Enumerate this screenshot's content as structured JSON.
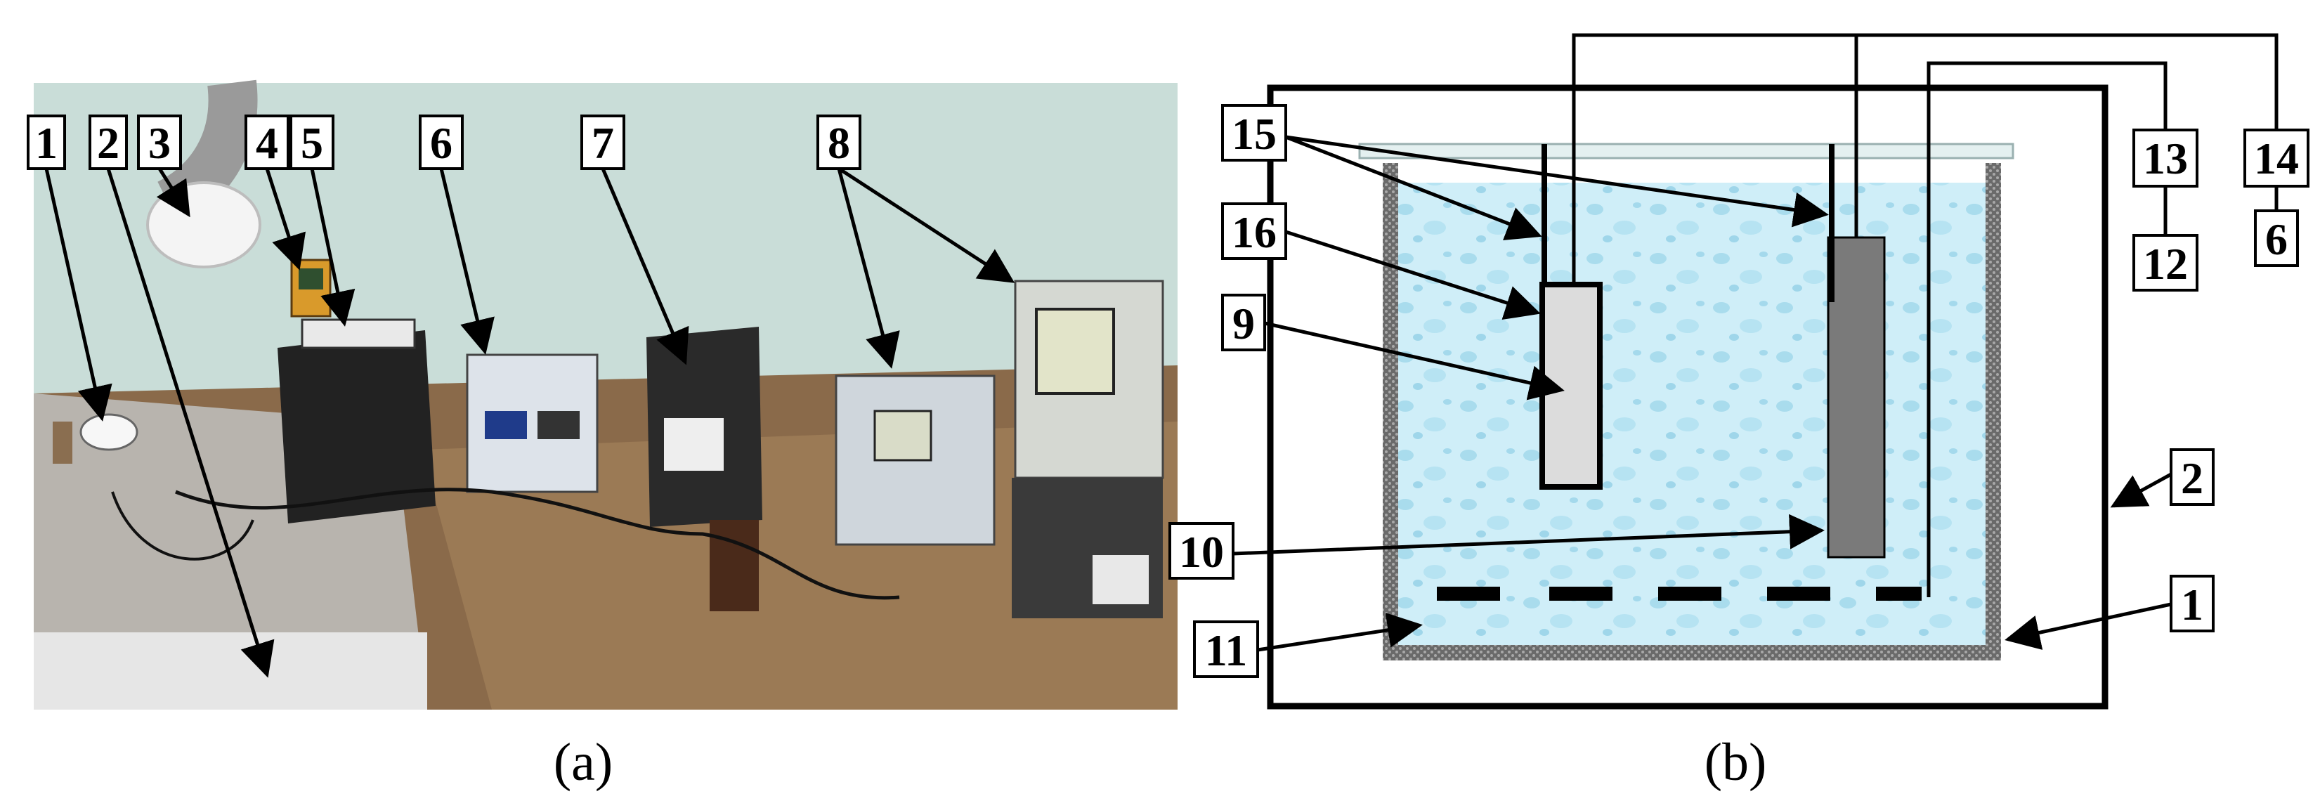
{
  "panel_a": {
    "caption": "(a)",
    "labels": [
      "1",
      "2",
      "3",
      "4",
      "5",
      "6",
      "7",
      "8"
    ]
  },
  "panel_b": {
    "caption": "(b)",
    "labels": {
      "l15": "15",
      "l16": "16",
      "l9": "9",
      "l10": "10",
      "l11": "11",
      "l13": "13",
      "l14": "14",
      "l12": "12",
      "l6": "6",
      "l2": "2",
      "l1": "1"
    }
  },
  "colors": {
    "water": "#cfeef8",
    "electrode_light": "#dcdcdc",
    "electrode_dark": "#7a7a7a",
    "wall": "#555555",
    "bench": "#8a6a4a",
    "wall_bg": "#c9ddd8"
  }
}
